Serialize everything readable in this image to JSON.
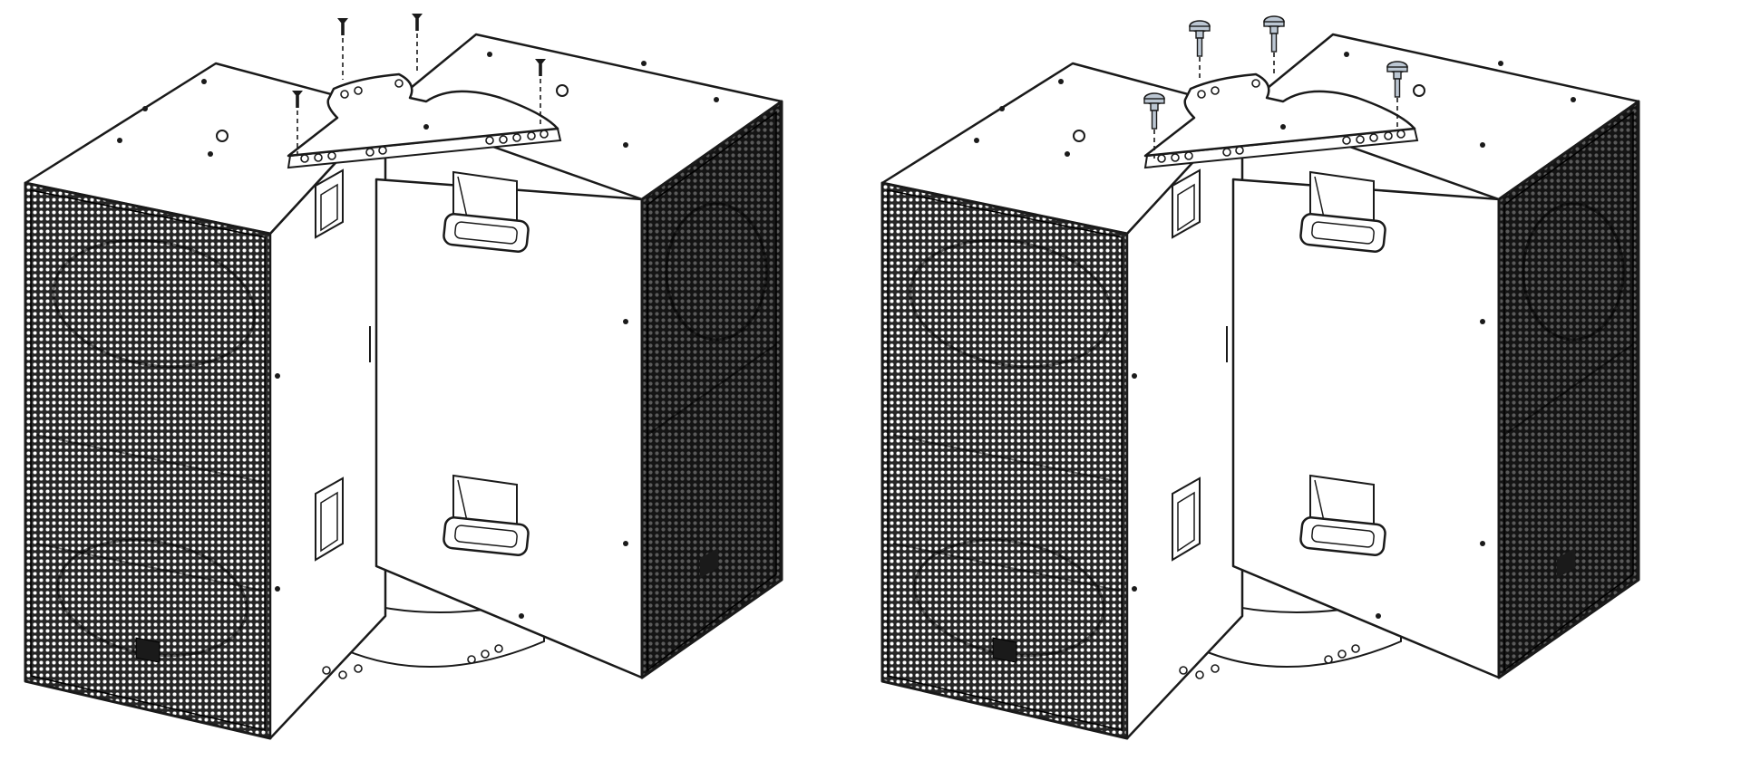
{
  "figure": {
    "panels": [
      {
        "id": "before",
        "fastener": "flat-head-screw",
        "fastener_count": 4
      },
      {
        "id": "after",
        "fastener": "quick-release-pin",
        "fastener_count": 4
      }
    ],
    "colors": {
      "line": "#1a1a1a",
      "cabinet_fill": "#ffffff",
      "grille_fill": "#2b2b2b",
      "pin_fill": "#bcc7d3"
    }
  }
}
